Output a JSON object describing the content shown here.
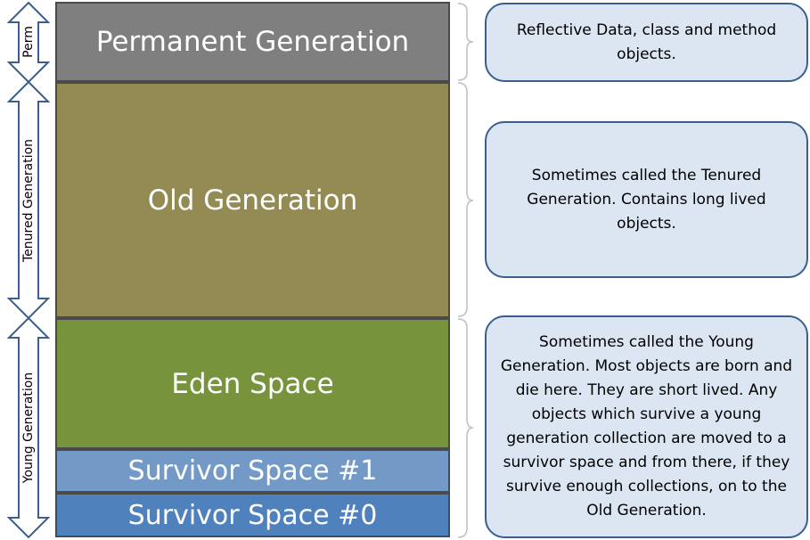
{
  "generation_labels": {
    "perm": "Perm",
    "tenured": "Tenured Generation",
    "young": "Young Generation"
  },
  "blocks": {
    "permanent": {
      "label": "Permanent Generation",
      "color": "#7f7f7f"
    },
    "old": {
      "label": "Old Generation",
      "color": "#948a54"
    },
    "eden": {
      "label": "Eden Space",
      "color": "#77933c"
    },
    "survivor1": {
      "label": "Survivor Space #1",
      "color": "#7399c6"
    },
    "survivor0": {
      "label": "Survivor Space #0",
      "color": "#4f81bd"
    }
  },
  "notes": {
    "perm": "Reflective Data, class and method objects.",
    "old": "Sometimes called the Tenured Generation.  Contains long lived objects.",
    "young": "Sometimes called the Young Generation.  Most objects are born and die here.  They are short lived.  Any objects which survive a young generation collection are moved to a survivor space and from there, if they survive enough collections, on to the Old Generation."
  },
  "colors": {
    "arrow_stroke": "#3a5f8d",
    "note_fill": "#dce6f2",
    "note_border": "#3a5f8d",
    "brace": "#bfbfbf"
  }
}
